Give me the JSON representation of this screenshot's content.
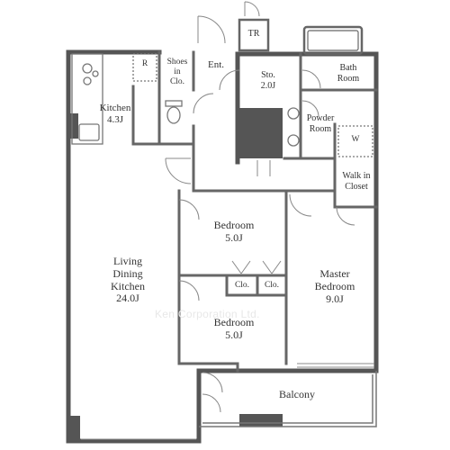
{
  "plan": {
    "rooms": {
      "kitchen": {
        "name": "Kitchen",
        "size": "4.3J"
      },
      "ldk": {
        "line1": "Living",
        "line2": "Dining",
        "line3": "Kitchen",
        "size": "24.0J"
      },
      "shoes": {
        "line1": "Shoes",
        "line2": "in",
        "line3": "Clo."
      },
      "refrigerator": "R",
      "entrance": "Ent.",
      "trunk_room": "TR",
      "storage": {
        "name": "Sto.",
        "size": "2.0J"
      },
      "bathroom": {
        "line1": "Bath",
        "line2": "Room"
      },
      "powder_room": {
        "line1": "Powder",
        "line2": "Room"
      },
      "washer": "W",
      "walk_in_closet": {
        "line1": "Walk in",
        "line2": "Closet"
      },
      "bedroom_1": {
        "name": "Bedroom",
        "size": "5.0J"
      },
      "bedroom_2": {
        "name": "Bedroom",
        "size": "5.0J"
      },
      "closet_1": "Clo.",
      "closet_2": "Clo.",
      "master_bedroom": {
        "line1": "Master",
        "line2": "Bedroom",
        "size": "9.0J"
      },
      "balcony": "Balcony"
    },
    "watermark": "Ken Corporation Ltd."
  }
}
